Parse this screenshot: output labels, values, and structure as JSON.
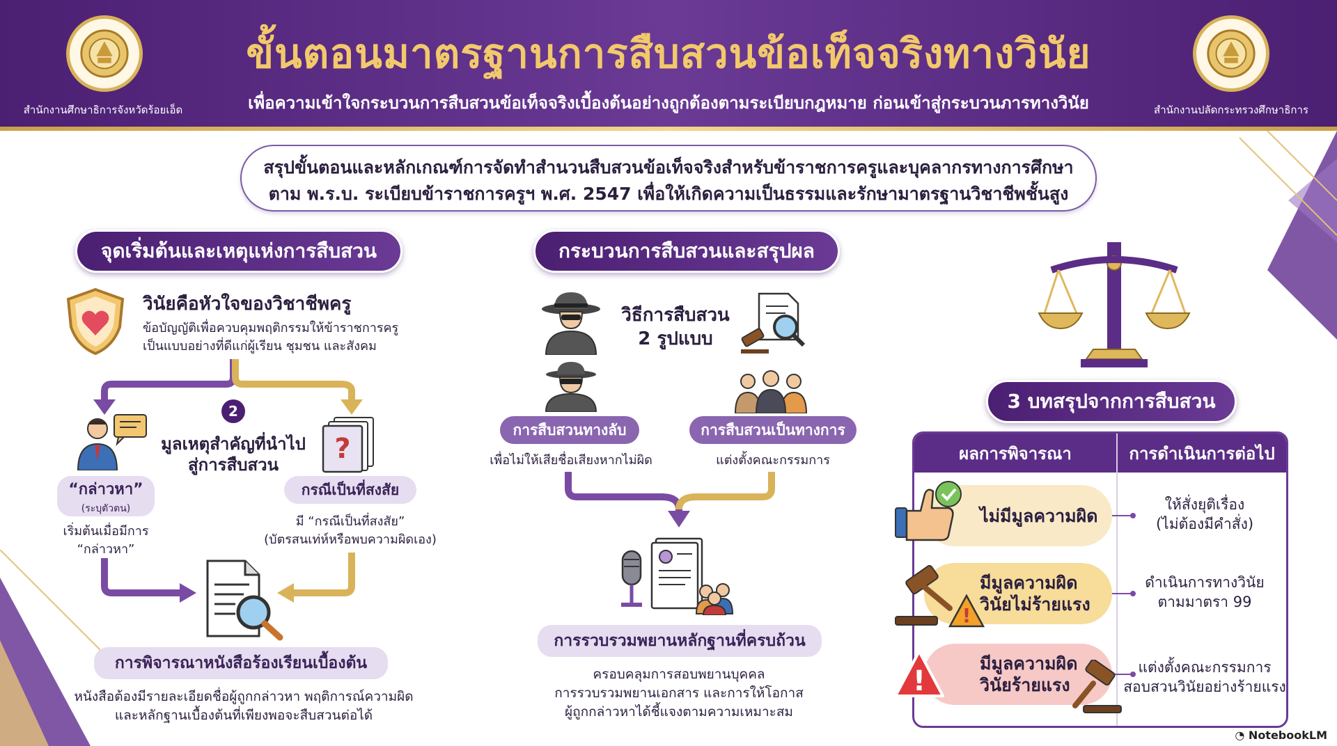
{
  "header": {
    "title": "ขั้นตอนมาตรฐานการสืบสวนข้อเท็จจริงทางวินัย",
    "subtitle": "เพื่อความเข้าใจกระบวนการสืบสวนข้อเท็จจริงเบื้องต้นอย่างถูกต้องตามระเบียบกฎหมาย ก่อนเข้าสู่กระบวนภารทางวินัย",
    "left_org": "สำนักงานศึกษาธิการจังหวัดร้อยเอ็ด",
    "right_org": "สำนักงานปลัดกระทรวงศึกษาธิการ"
  },
  "summary": {
    "line1": "สรุปขั้นตอนและหลักเกณฑ์การจัดทำสำนวนสืบสวนข้อเท็จจริงสำหรับข้าราชการครูและบุคลากรทางการศึกษา",
    "line2": "ตาม พ.ร.บ. ระเบียบข้าราชการครูฯ พ.ศ. 2547 เพื่อให้เกิดความเป็นธรรมและรักษามาตรฐานวิชาชีพชั้นสูง"
  },
  "left": {
    "section_title": "จุดเริ่มต้นและเหตุแห่งการสืบสวน",
    "discipline_title": "วินัยคือหัวใจของวิชาชีพครู",
    "discipline_desc1": "ข้อบัญญัติเพื่อควบคุมพฤติกรรมให้ข้าราชการครู",
    "discipline_desc2": "เป็นแบบอย่างที่ดีแก่ผู้เรียน ชุมชน และสังคม",
    "badge_num": "2",
    "cause_title1": "มูลเหตุสำคัญที่นำไป",
    "cause_title2": "สู่การสืบสวน",
    "accuse_label": "“กล่าวหา”",
    "accuse_sub": "(ระบุตัวตน)",
    "accuse_desc1": "เริ่มต้นเมื่อมีการ",
    "accuse_desc2": "“กล่าวหา”",
    "suspect_label": "กรณีเป็นที่สงสัย",
    "suspect_desc1": "มี “กรณีเป็นที่สงสัย”",
    "suspect_desc2": "(บัตรสนเท่ห์หรือพบความผิดเอง)",
    "review_label": "การพิจารณาหนังสือร้องเรียนเบื้องต้น",
    "review_desc1": "หนังสือต้องมีรายละเอียดชื่อผู้ถูกกล่าวหา พฤติการณ์ความผิด",
    "review_desc2": "และหลักฐานเบื้องต้นที่เพียงพอจะสืบสวนต่อได้"
  },
  "middle": {
    "section_title": "กระบวนการสืบสวนและสรุปผล",
    "methods_title1": "วิธีการสืบสวน",
    "methods_title2": "2 รูปแบบ",
    "secret_label": "การสืบสวนทางลับ",
    "secret_desc": "เพื่อไม่ให้เสียชื่อเสียงหากไม่ผิด",
    "formal_label": "การสืบสวนเป็นทางการ",
    "formal_desc": "แต่งตั้งคณะกรรมการ",
    "evidence_label": "การรวบรวมพยานหลักฐานที่ครบถ้วน",
    "evidence_desc1": "ครอบคลุมการสอบพยานบุคคล",
    "evidence_desc2": "การรวบรวมพยานเอกสาร และการให้โอกาส",
    "evidence_desc3": "ผู้ถูกกล่าวหาได้ชี้แจงตามความเหมาะสม"
  },
  "right": {
    "section_title": "3 บทสรุปจากการสืบสวน",
    "col1": "ผลการพิจารณา",
    "col2": "การดำเนินการต่อไป",
    "rows": [
      {
        "result1": "ไม่มีมูลความผิด",
        "result2": "",
        "action1": "ให้สั่งยุติเรื่อง",
        "action2": "(ไม่ต้องมีคำสั่ง)",
        "color": "#f9e9c6"
      },
      {
        "result1": "มีมูลความผิด",
        "result2": "วินัยไม่ร้ายแรง",
        "action1": "ดำเนินการทางวินัย",
        "action2": "ตามมาตรา 99",
        "color": "#f7dc9a"
      },
      {
        "result1": "มีมูลความผิด",
        "result2": "วินัยร้ายแรง",
        "action1": "แต่งตั้งคณะกรรมการ",
        "action2": "สอบสวนวินัยอย่างร้ายแรง",
        "color": "#f6c9c6"
      }
    ]
  },
  "brand": "NotebookLM",
  "colors": {
    "purple": "#4b1f72",
    "gold": "#d8b25a",
    "light_purple": "#e6ddf0"
  }
}
